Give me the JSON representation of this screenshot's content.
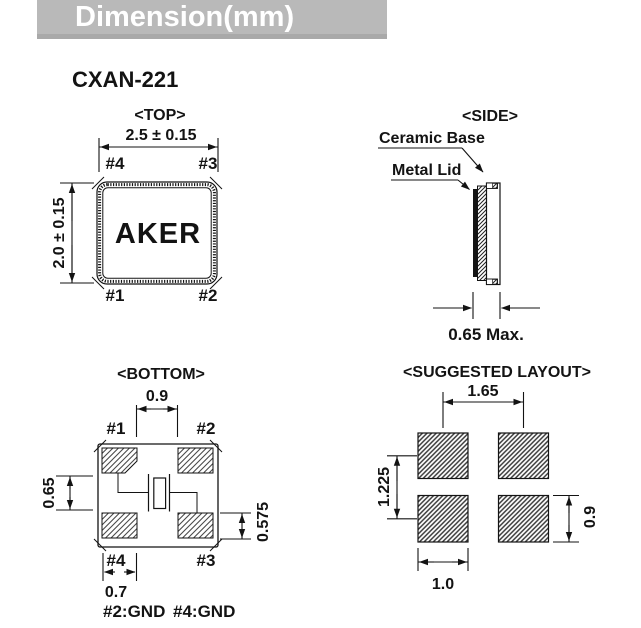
{
  "header": {
    "title": "Dimension(mm)"
  },
  "part_number": "CXAN-221",
  "colors": {
    "header_bg": "#b9b9b9",
    "header_text": "#ffffff",
    "line": "#131313"
  },
  "top_view": {
    "title": "<TOP>",
    "width_dim": "2.5 ± 0.15",
    "height_dim": "2.0 ± 0.15",
    "brand": "AKER",
    "pins": {
      "top_left": "#4",
      "top_right": "#3",
      "bottom_left": "#1",
      "bottom_right": "#2"
    }
  },
  "side_view": {
    "title": "<SIDE>",
    "labels": {
      "ceramic_base": "Ceramic Base",
      "metal_lid": "Metal Lid"
    },
    "thickness_dim": "0.65 Max."
  },
  "bottom_view": {
    "title": "<BOTTOM>",
    "pins": {
      "top_left": "#1",
      "top_right": "#2",
      "bottom_left": "#4",
      "bottom_right": "#3"
    },
    "dims": {
      "pad_gap_x": "0.9",
      "pad_gap_y": "0.65",
      "pad_height": "0.575",
      "pad_width": "0.7"
    },
    "gnd_left": "#2:GND",
    "gnd_right": "#4:GND"
  },
  "layout_view": {
    "title": "<SUGGESTED LAYOUT>",
    "dims": {
      "pitch_x": "1.65",
      "pitch_y": "1.225",
      "pad_width": "1.0",
      "pad_height": "0.9"
    }
  }
}
